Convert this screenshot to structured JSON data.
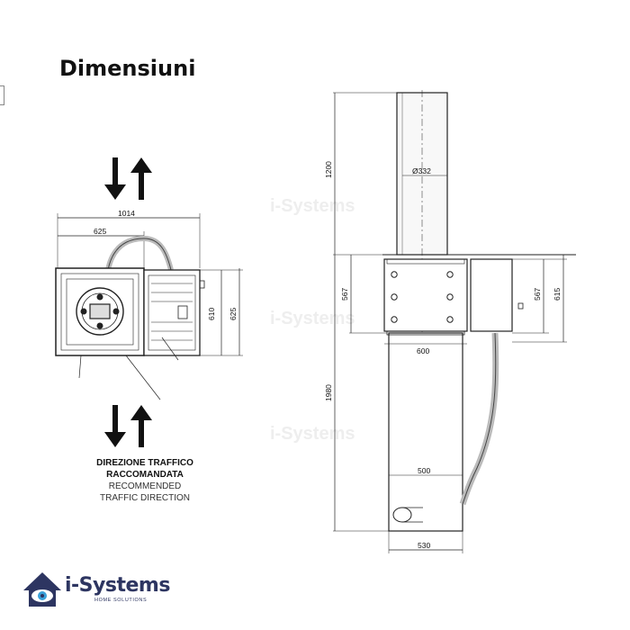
{
  "title": "Dimensiuni",
  "watermark": "i-Systems",
  "top_view": {
    "dims": {
      "width_total": "1014",
      "width_left": "625",
      "height_inner": "610",
      "height_outer": "625"
    }
  },
  "side_view": {
    "dims": {
      "bollard_height": "1200",
      "bollard_diameter": "Ø332",
      "upper_box_left": "567",
      "upper_box_right": "567",
      "control_box_height": "615",
      "upper_width": "600",
      "lower_depth": "1980",
      "inner_width": "500",
      "base_width": "530"
    }
  },
  "legend": {
    "it_line1": "DIREZIONE TRAFFICO",
    "it_line2": "RACCOMANDATA",
    "en_line1": "RECOMMENDED",
    "en_line2": "TRAFFIC DIRECTION"
  },
  "logo": {
    "text": "i-Systems",
    "subtitle": "HOME SOLUTIONS",
    "color": "#2d3561",
    "accent": "#3aa0d8"
  }
}
